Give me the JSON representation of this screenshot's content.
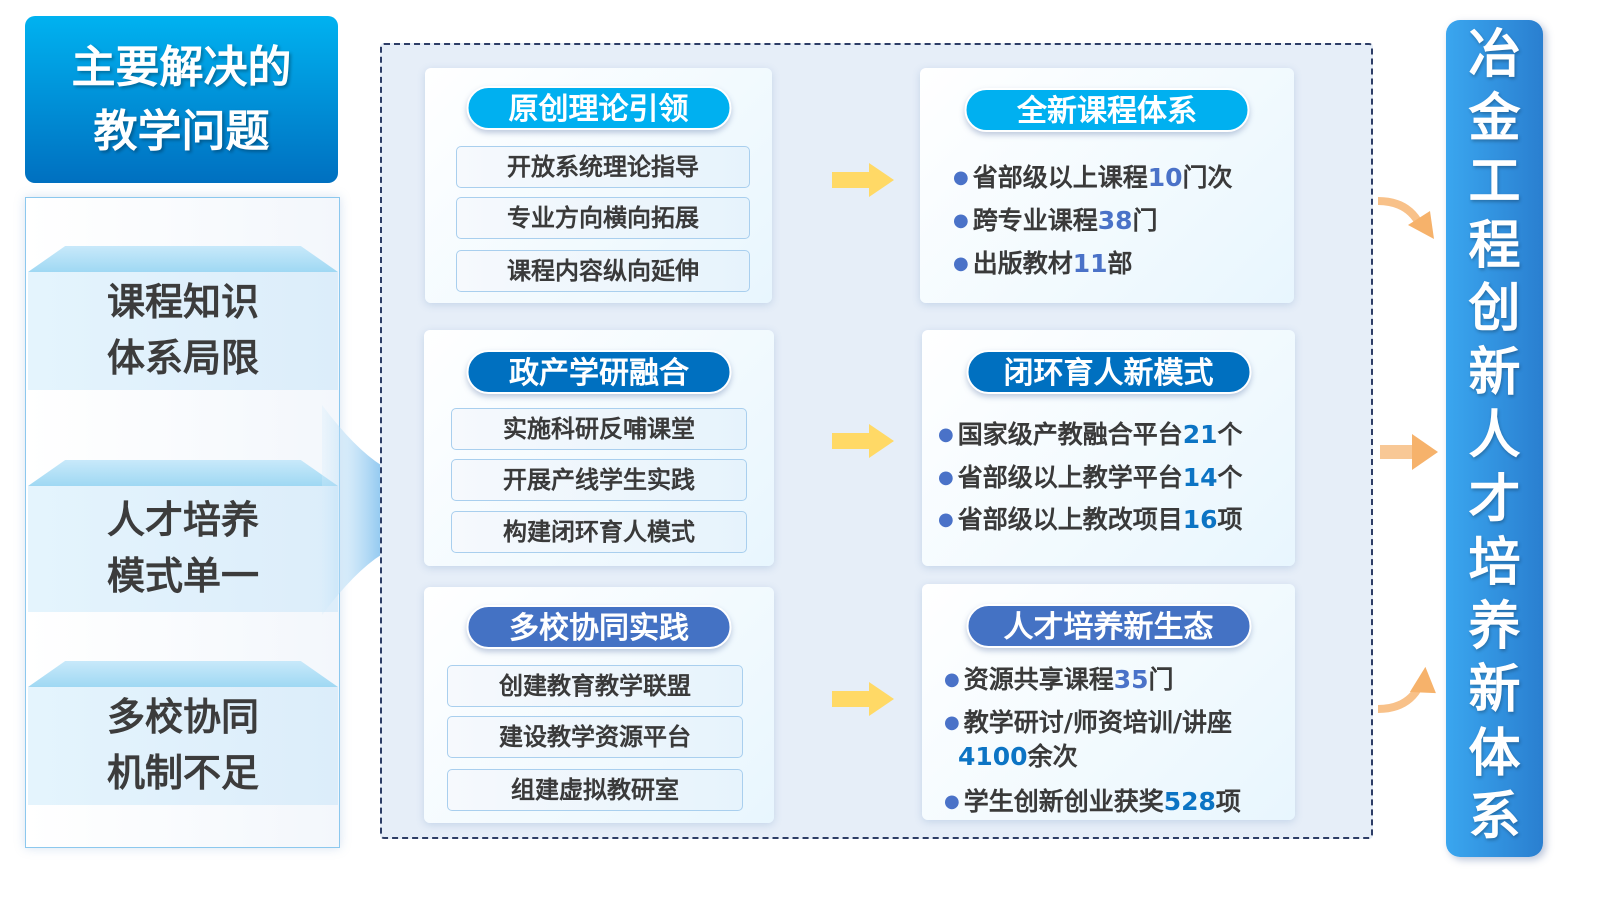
{
  "header": {
    "line1": "主要解决的",
    "line2": "教学问题"
  },
  "problems": [
    {
      "line1": "课程知识",
      "line2": "体系局限"
    },
    {
      "line1": "人才培养",
      "line2": "模式单一"
    },
    {
      "line1": "多校协同",
      "line2": "机制不足"
    }
  ],
  "measures": [
    {
      "title": "原创理论引领",
      "items": [
        "开放系统理论指导",
        "专业方向横向拓展",
        "课程内容纵向延伸"
      ]
    },
    {
      "title": "政产学研融合",
      "items": [
        "实施科研反哺课堂",
        "开展产线学生实践",
        "构建闭环育人模式"
      ]
    },
    {
      "title": "多校协同实践",
      "items": [
        "创建教育教学联盟",
        "建设教学资源平台",
        "组建虚拟教研室"
      ]
    }
  ],
  "results": [
    {
      "title": "全新课程体系",
      "bullets": [
        {
          "pre": "省部级以上课程",
          "num": "10",
          "post": "门次"
        },
        {
          "pre": "跨专业课程",
          "num": "38",
          "post": "门"
        },
        {
          "pre": "出版教材",
          "num": "11",
          "post": "部"
        }
      ]
    },
    {
      "title": "闭环育人新模式",
      "bullets": [
        {
          "pre": "国家级产教融合平台",
          "num": "21",
          "post": "个"
        },
        {
          "pre": "省部级以上教学平台",
          "num": "14",
          "post": "个"
        },
        {
          "pre": "省部级以上教改项目",
          "num": "16",
          "post": "项"
        }
      ]
    },
    {
      "title": "人才培养新生态",
      "bullets": [
        {
          "pre": "资源共享课程",
          "num": "35",
          "post": "门"
        },
        {
          "pre": "教学研讨/师资培训/讲座",
          "num": "4100",
          "post": "余次"
        },
        {
          "pre": "学生创新创业获奖",
          "num": "528",
          "post": "项"
        }
      ]
    }
  ],
  "outcome": {
    "title": "冶金工程创新人才培养新体系"
  },
  "colors": {
    "pill_row1": "#00b0f0",
    "pill_row2": "#0070c0",
    "pill_row3": "#4472c4",
    "arrow_yellow": "#ffd966",
    "arrow_orange": "#f6b26b"
  }
}
